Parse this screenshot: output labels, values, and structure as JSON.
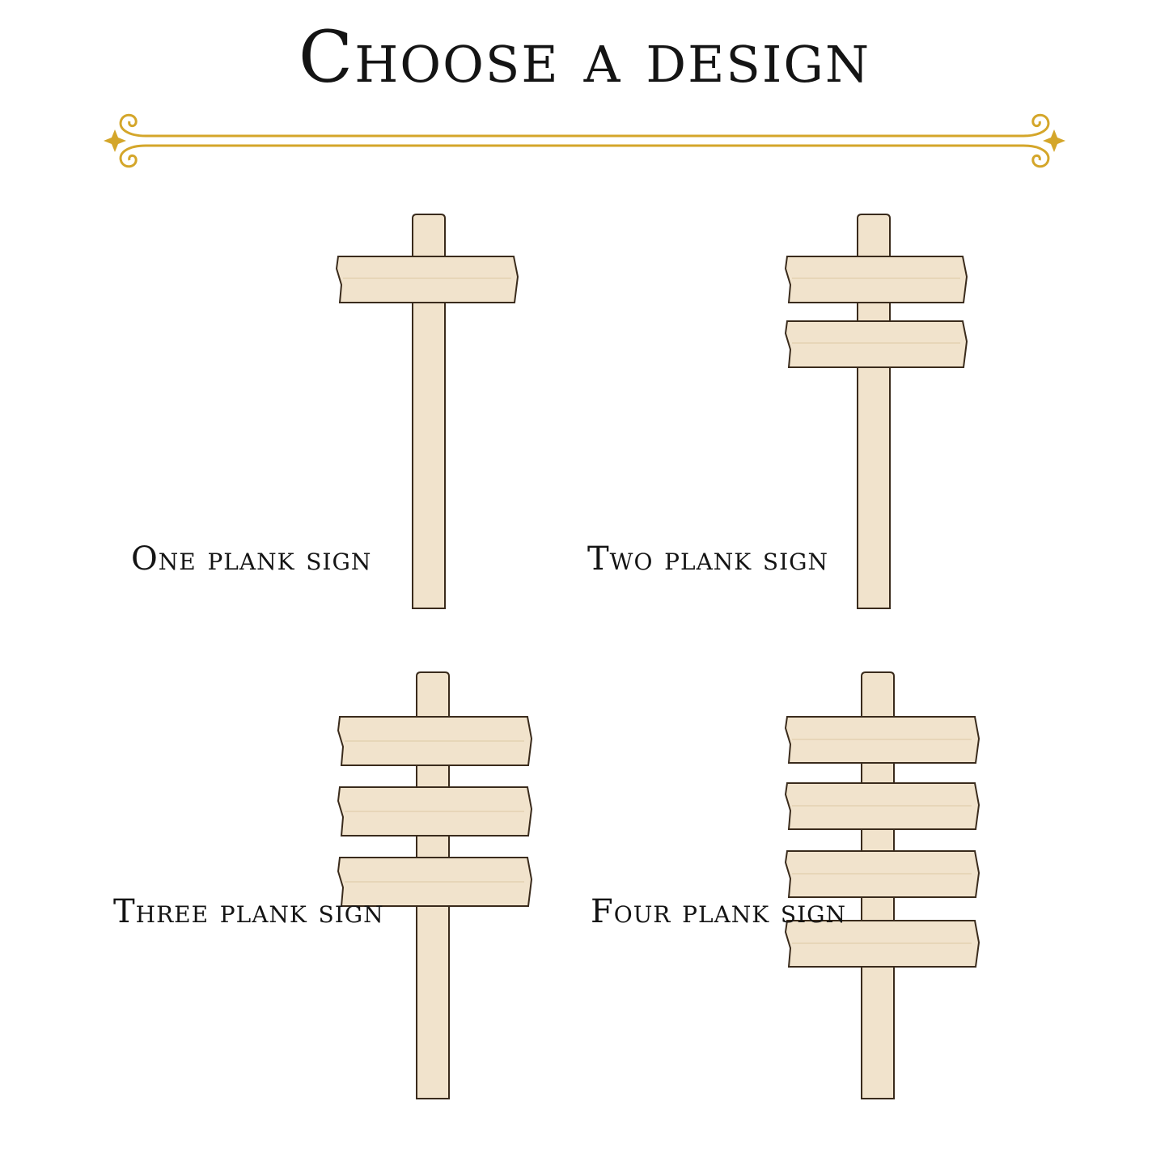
{
  "title": "Choose a design",
  "colors": {
    "background": "#ffffff",
    "text": "#141414",
    "gold": "#d4a62a",
    "wood": "#f1e3cc",
    "wood_shade": "#e4d1b1",
    "edge": "#3a2b1c"
  },
  "options": [
    {
      "label": "One plank sign",
      "planks": 1
    },
    {
      "label": "Two plank sign",
      "planks": 2
    },
    {
      "label": "Three plank sign",
      "planks": 3
    },
    {
      "label": "Four plank sign",
      "planks": 4
    }
  ]
}
